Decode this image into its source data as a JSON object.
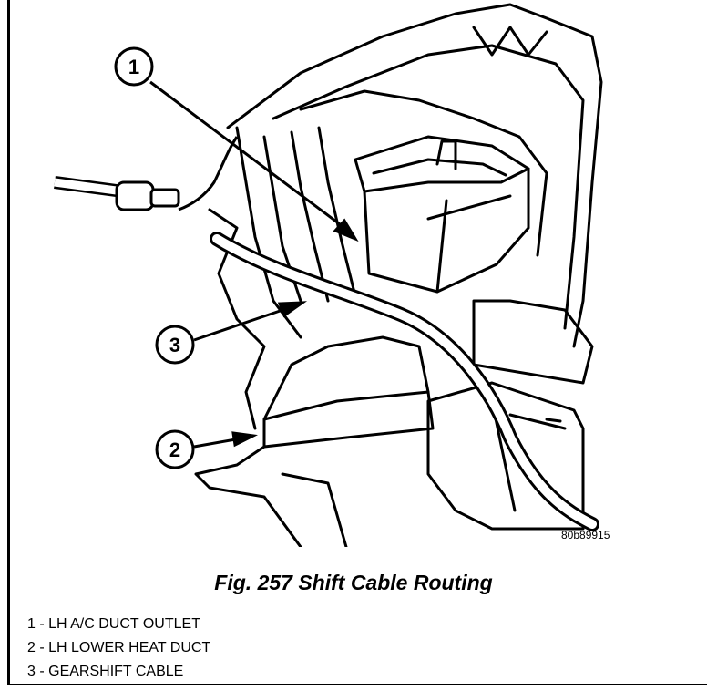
{
  "figure": {
    "code": "80b89915",
    "callouts": [
      "1",
      "2",
      "3"
    ]
  },
  "caption": "Fig. 257 Shift Cable Routing",
  "legend": [
    "1 - LH A/C DUCT OUTLET",
    "2 - LH LOWER HEAT DUCT",
    "3 - GEARSHIFT CABLE"
  ]
}
